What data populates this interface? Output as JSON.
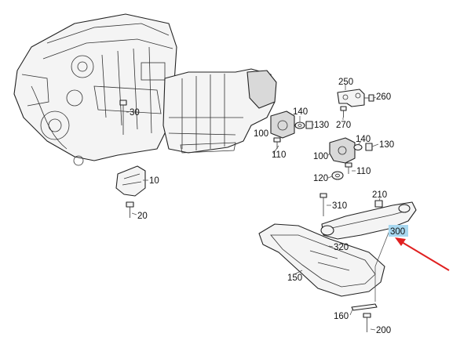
{
  "callouts": {
    "c10": "10",
    "c20": "20",
    "c30": "30",
    "c100a": "100",
    "c100b": "100",
    "c110a": "110",
    "c110b": "110",
    "c120": "120",
    "c130a": "130",
    "c130b": "130",
    "c140a": "140",
    "c140b": "140",
    "c150": "150",
    "c160": "160",
    "c200": "200",
    "c210": "210",
    "c250": "250",
    "c260": "260",
    "c270": "270",
    "c300": "300",
    "c310": "310",
    "c320": "320"
  },
  "highlight": {
    "part": "300",
    "arrow_color": "#e02020",
    "highlight_color": "#a8d8f0"
  }
}
